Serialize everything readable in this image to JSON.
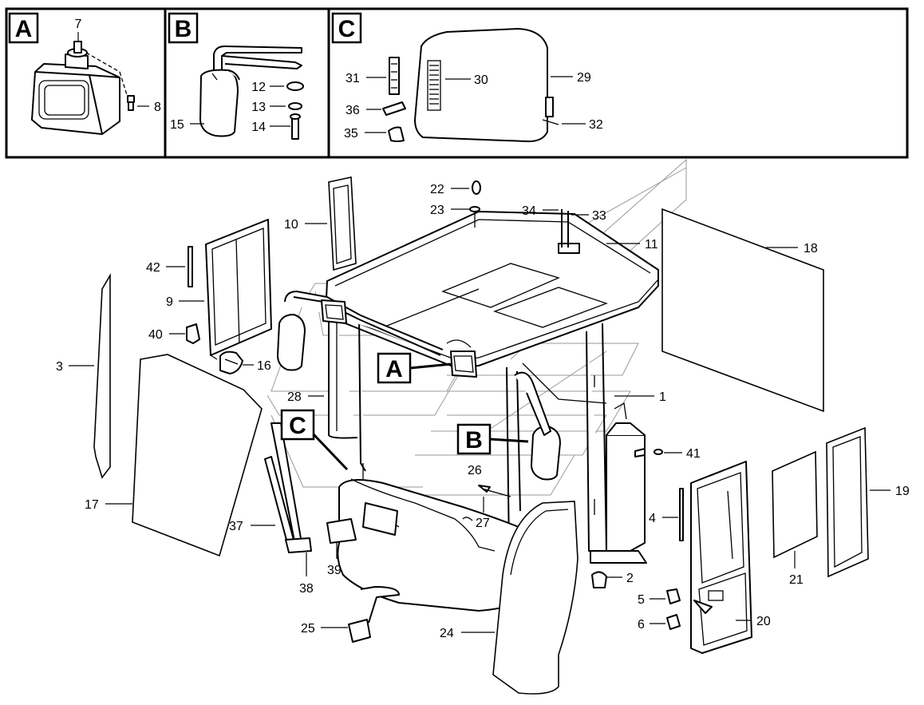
{
  "insets": [
    {
      "letter": "A",
      "parts": [
        "7",
        "8"
      ]
    },
    {
      "letter": "B",
      "parts": [
        "12",
        "13",
        "14",
        "15"
      ]
    },
    {
      "letter": "C",
      "parts": [
        "29",
        "30",
        "31",
        "32",
        "35",
        "36"
      ]
    }
  ],
  "callouts": [
    "A",
    "B",
    "C"
  ],
  "labels": [
    "1",
    "2",
    "3",
    "4",
    "5",
    "6",
    "7",
    "8",
    "9",
    "10",
    "11",
    "12",
    "13",
    "14",
    "15",
    "16",
    "17",
    "18",
    "19",
    "20",
    "21",
    "22",
    "23",
    "24",
    "25",
    "26",
    "27",
    "28",
    "29",
    "30",
    "31",
    "32",
    "33",
    "34",
    "35",
    "36",
    "37",
    "38",
    "39",
    "40",
    "41",
    "42"
  ],
  "colors": {
    "line": "#000000",
    "background": "#ffffff",
    "ghost": "#9a9a9a"
  }
}
